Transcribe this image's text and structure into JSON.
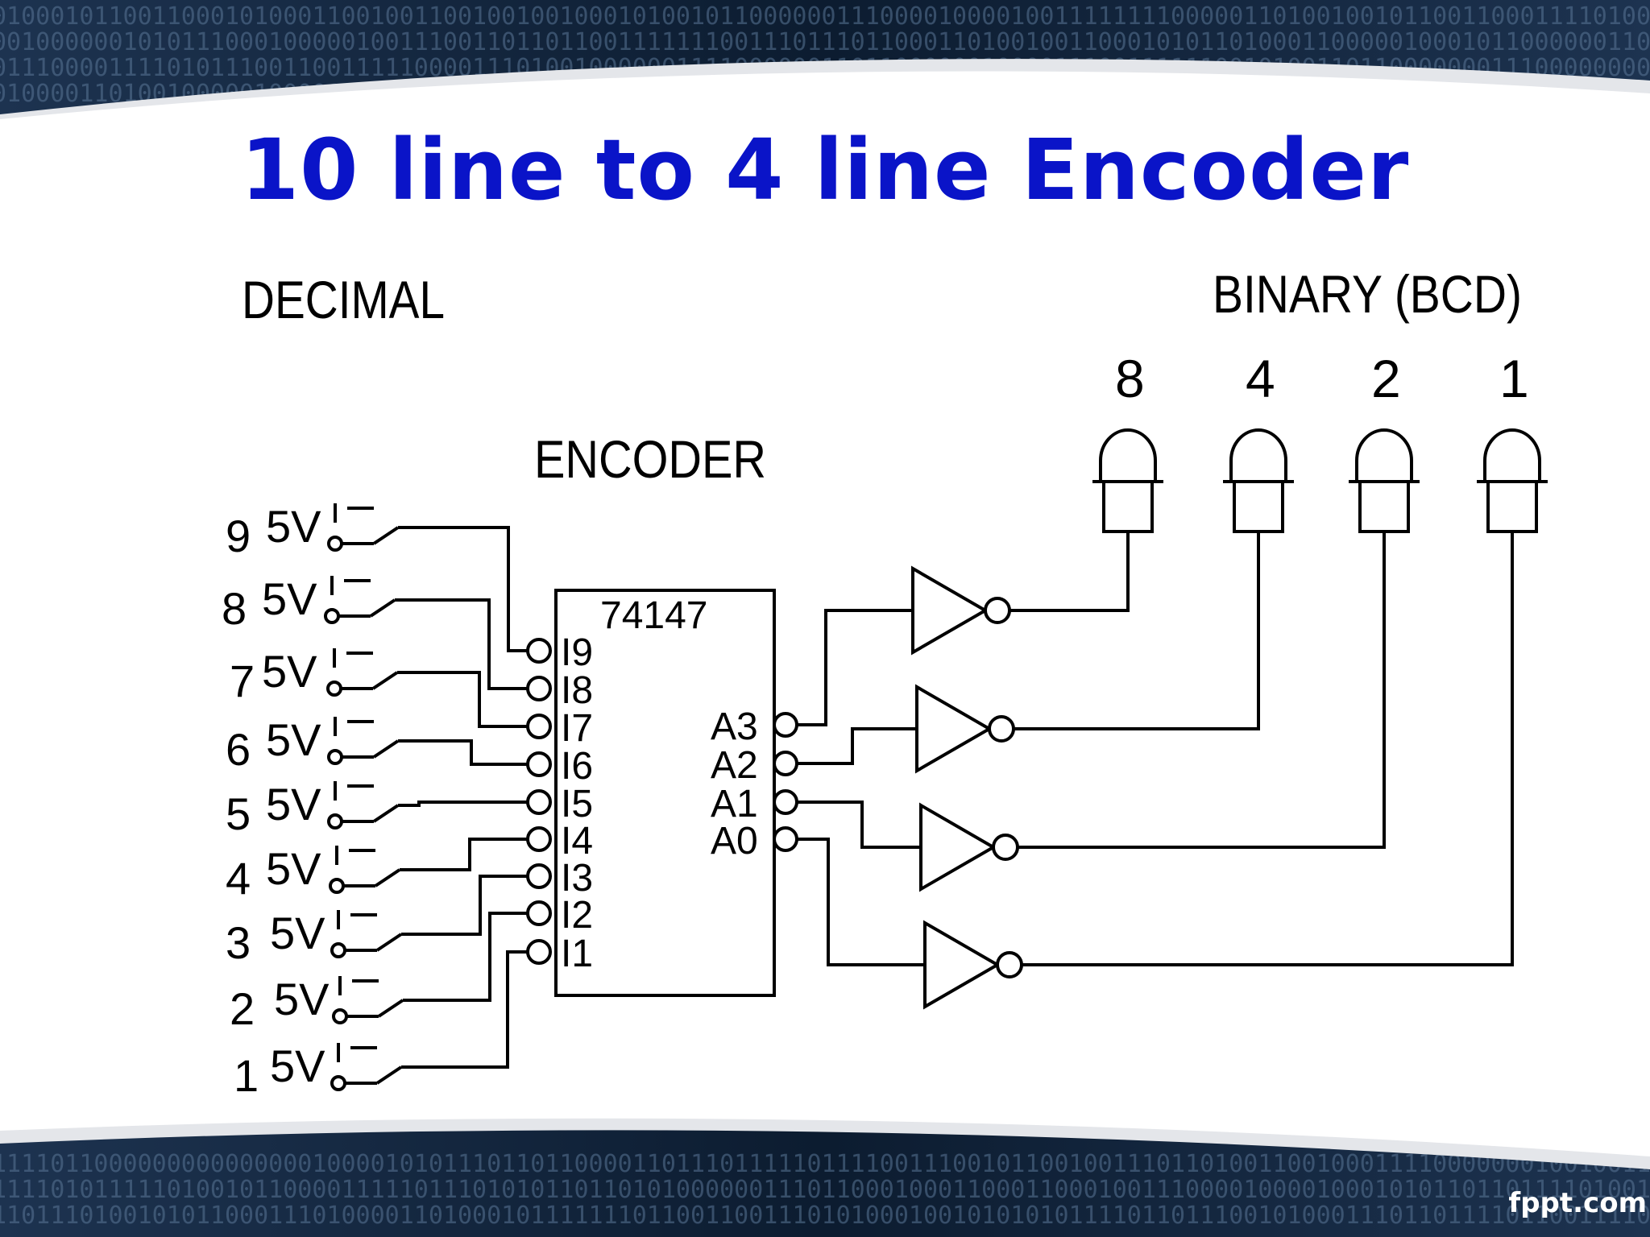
{
  "slide": {
    "title": "10 line to 4 line Encoder",
    "footer_credit": "fppt.com",
    "colors": {
      "title": "#0a14c8",
      "background": "#0b1d33",
      "slide": "#ffffff"
    }
  },
  "diagram": {
    "labels": {
      "decimal": "DECIMAL",
      "binary": "BINARY (BCD)",
      "encoder": "ENCODER",
      "chip": "74147"
    },
    "switches": [
      {
        "digit": "9",
        "voltage": "5V"
      },
      {
        "digit": "8",
        "voltage": "5V"
      },
      {
        "digit": "7",
        "voltage": "5V"
      },
      {
        "digit": "6",
        "voltage": "5V"
      },
      {
        "digit": "5",
        "voltage": "5V"
      },
      {
        "digit": "4",
        "voltage": "5V"
      },
      {
        "digit": "3",
        "voltage": "5V"
      },
      {
        "digit": "2",
        "voltage": "5V"
      },
      {
        "digit": "1",
        "voltage": "5V"
      }
    ],
    "input_pins": [
      "I9",
      "I8",
      "I7",
      "I6",
      "I5",
      "I4",
      "I3",
      "I2",
      "I1"
    ],
    "output_pins": [
      "A3",
      "A2",
      "A1",
      "A0"
    ],
    "bcd_weights": [
      "8",
      "4",
      "2",
      "1"
    ]
  }
}
